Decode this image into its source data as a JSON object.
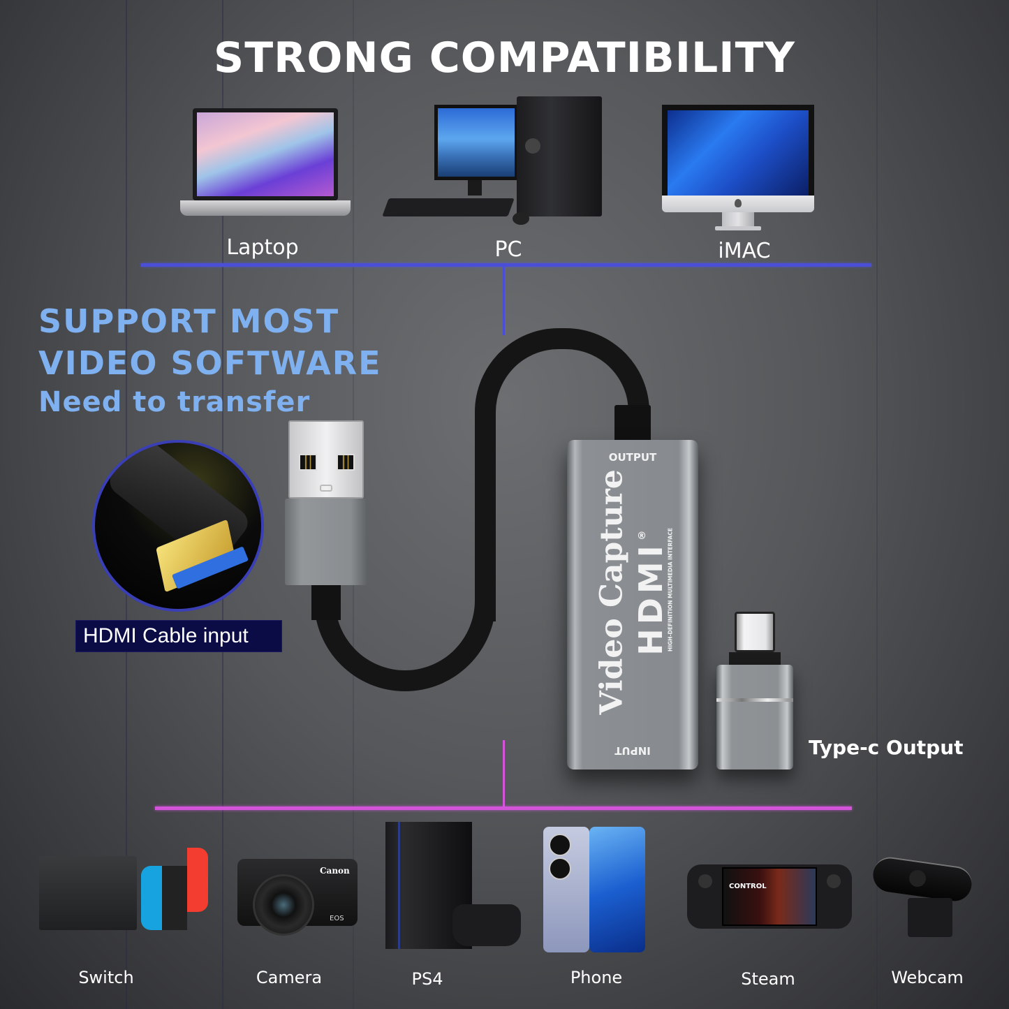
{
  "title": "STRONG COMPATIBILITY",
  "top_devices": [
    {
      "label": "Laptop",
      "icon": "laptop-icon"
    },
    {
      "label": "PC",
      "icon": "desktop-pc-icon"
    },
    {
      "label": "iMAC",
      "icon": "imac-icon"
    }
  ],
  "support": {
    "line1": "SUPPORT MOST",
    "line2": "VIDEO SOFTWARE",
    "line3": "Need to transfer"
  },
  "hdmi_input_label": "HDMI Cable input",
  "capture_card": {
    "output_label": "OUTPUT",
    "input_label": "INPUT",
    "product_name": "Video Capture",
    "hdmi_logo": "HDMI",
    "hdmi_registered": "®",
    "hdmi_tagline": "HIGH-DEFINITION MULTIMEDIA INTERFACE"
  },
  "typec_label": "Type-c Output",
  "bottom_devices": [
    {
      "label": "Switch",
      "icon": "nintendo-switch-icon"
    },
    {
      "label": "Camera",
      "icon": "camera-icon",
      "brand": "Canon",
      "model": "EOS"
    },
    {
      "label": "PS4",
      "icon": "ps4-icon"
    },
    {
      "label": "Phone",
      "icon": "phone-icon"
    },
    {
      "label": "Steam",
      "icon": "steam-deck-icon",
      "screen_text": "CONTROL"
    },
    {
      "label": "Webcam",
      "icon": "webcam-icon"
    }
  ],
  "colors": {
    "top_connector": "#4b4fd8",
    "bottom_connector": "#d354d8",
    "support_text": "#7fb0f0",
    "hdmi_badge_bg": "#0b0b45"
  }
}
